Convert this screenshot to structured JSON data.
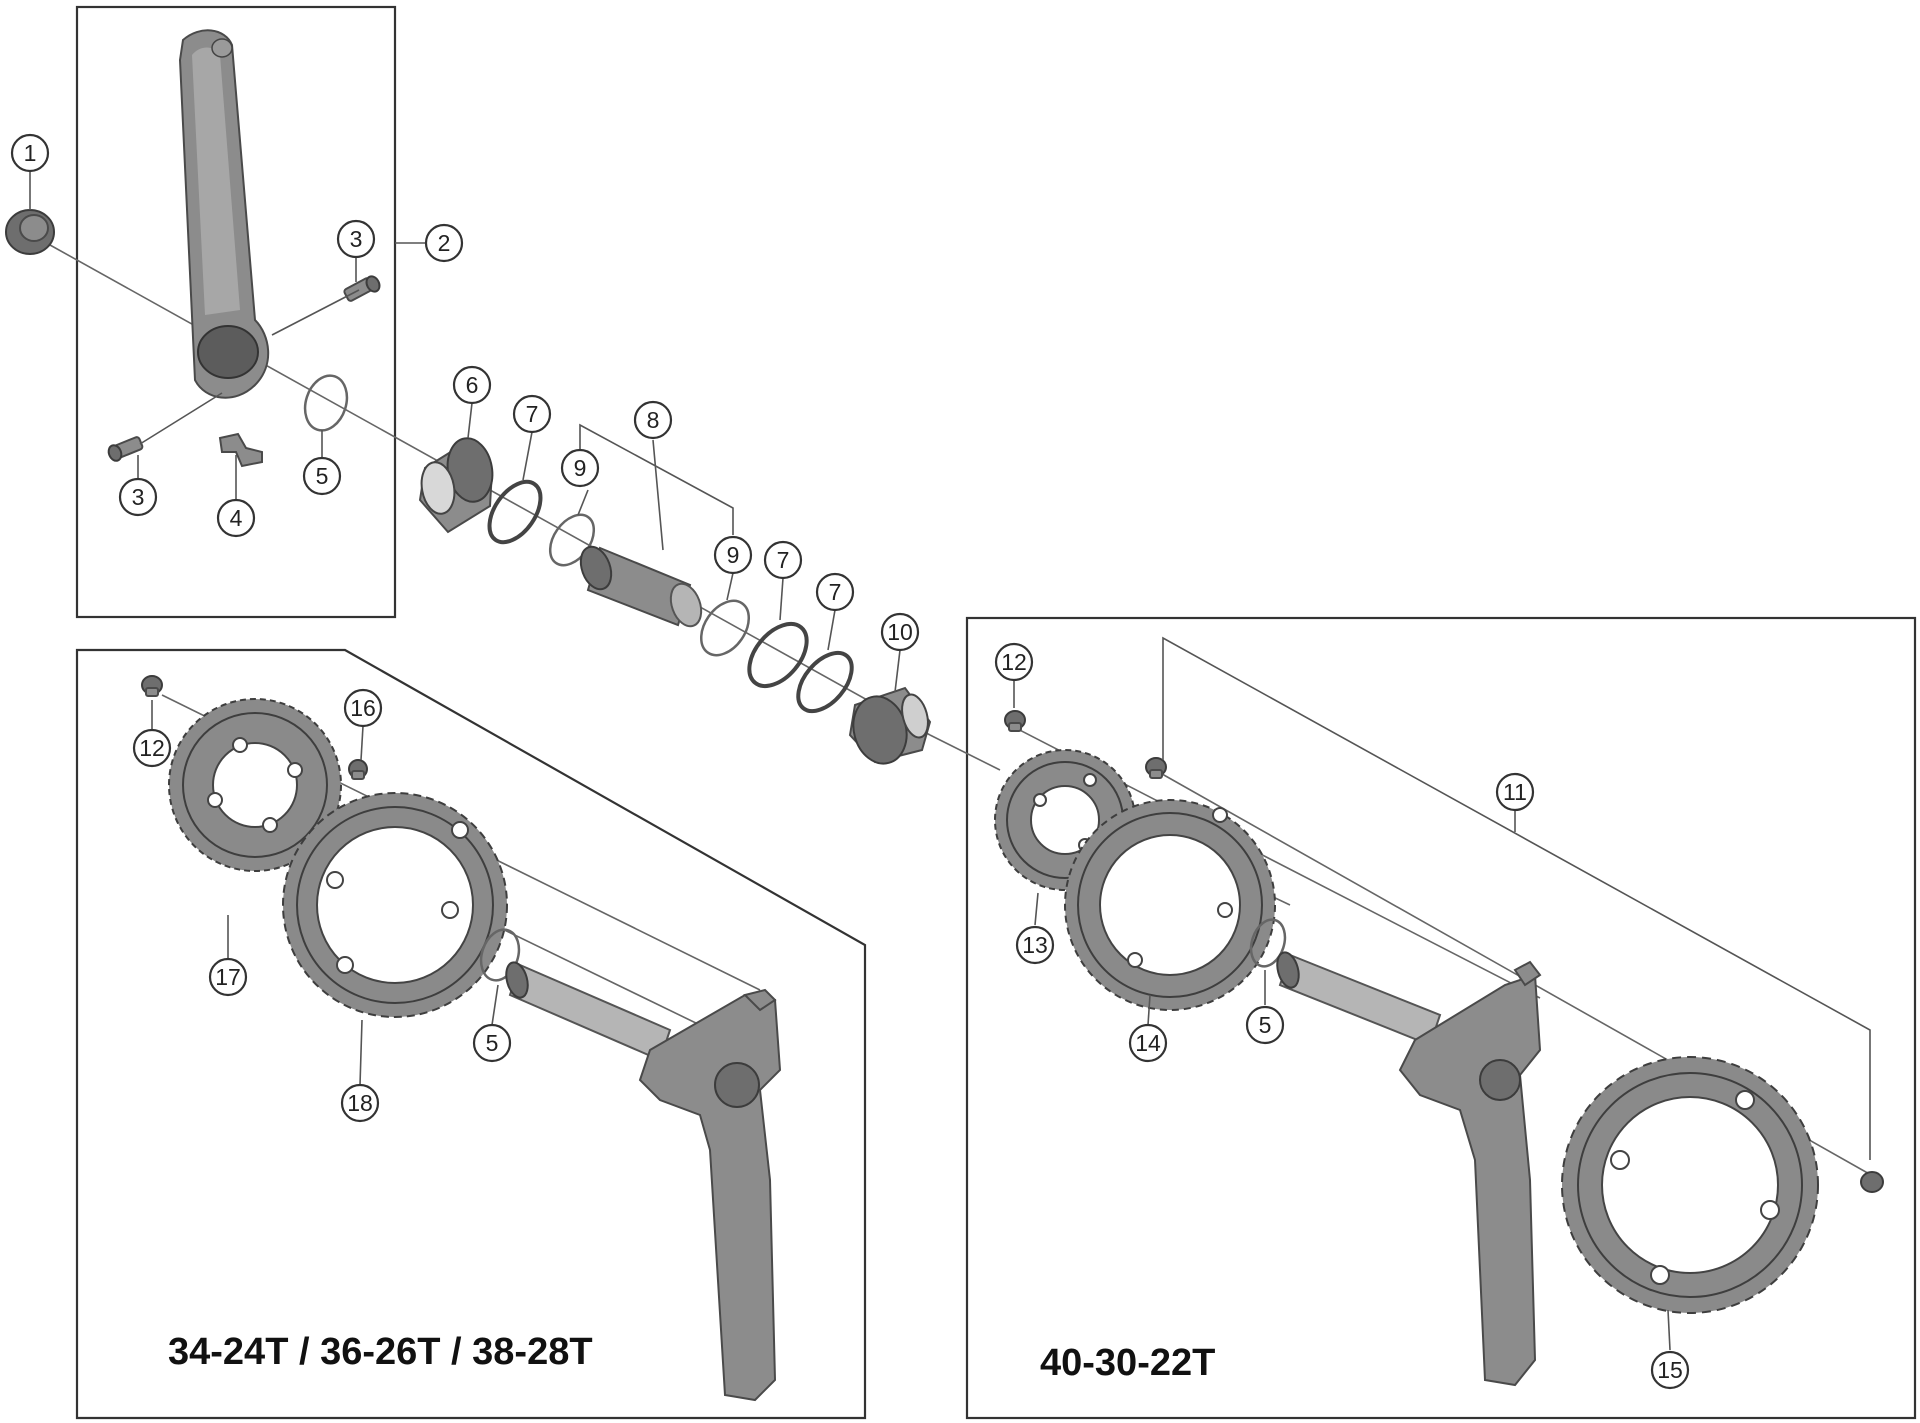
{
  "callouts": {
    "c1": "1",
    "c2": "2",
    "c3a": "3",
    "c3b": "3",
    "c4": "4",
    "c5a": "5",
    "c6": "6",
    "c7a": "7",
    "c7b": "7",
    "c7c": "7",
    "c8": "8",
    "c9a": "9",
    "c9b": "9",
    "c10": "10",
    "c12a": "12",
    "c16": "16",
    "c17": "17",
    "c18": "18",
    "c5b": "5",
    "c12b": "12",
    "c11": "11",
    "c13": "13",
    "c14": "14",
    "c5c": "5",
    "c15": "15"
  },
  "labels": {
    "double_crank_sizes": "34-24T / 36-26T / 38-28T",
    "triple_crank_sizes": "40-30-22T"
  }
}
